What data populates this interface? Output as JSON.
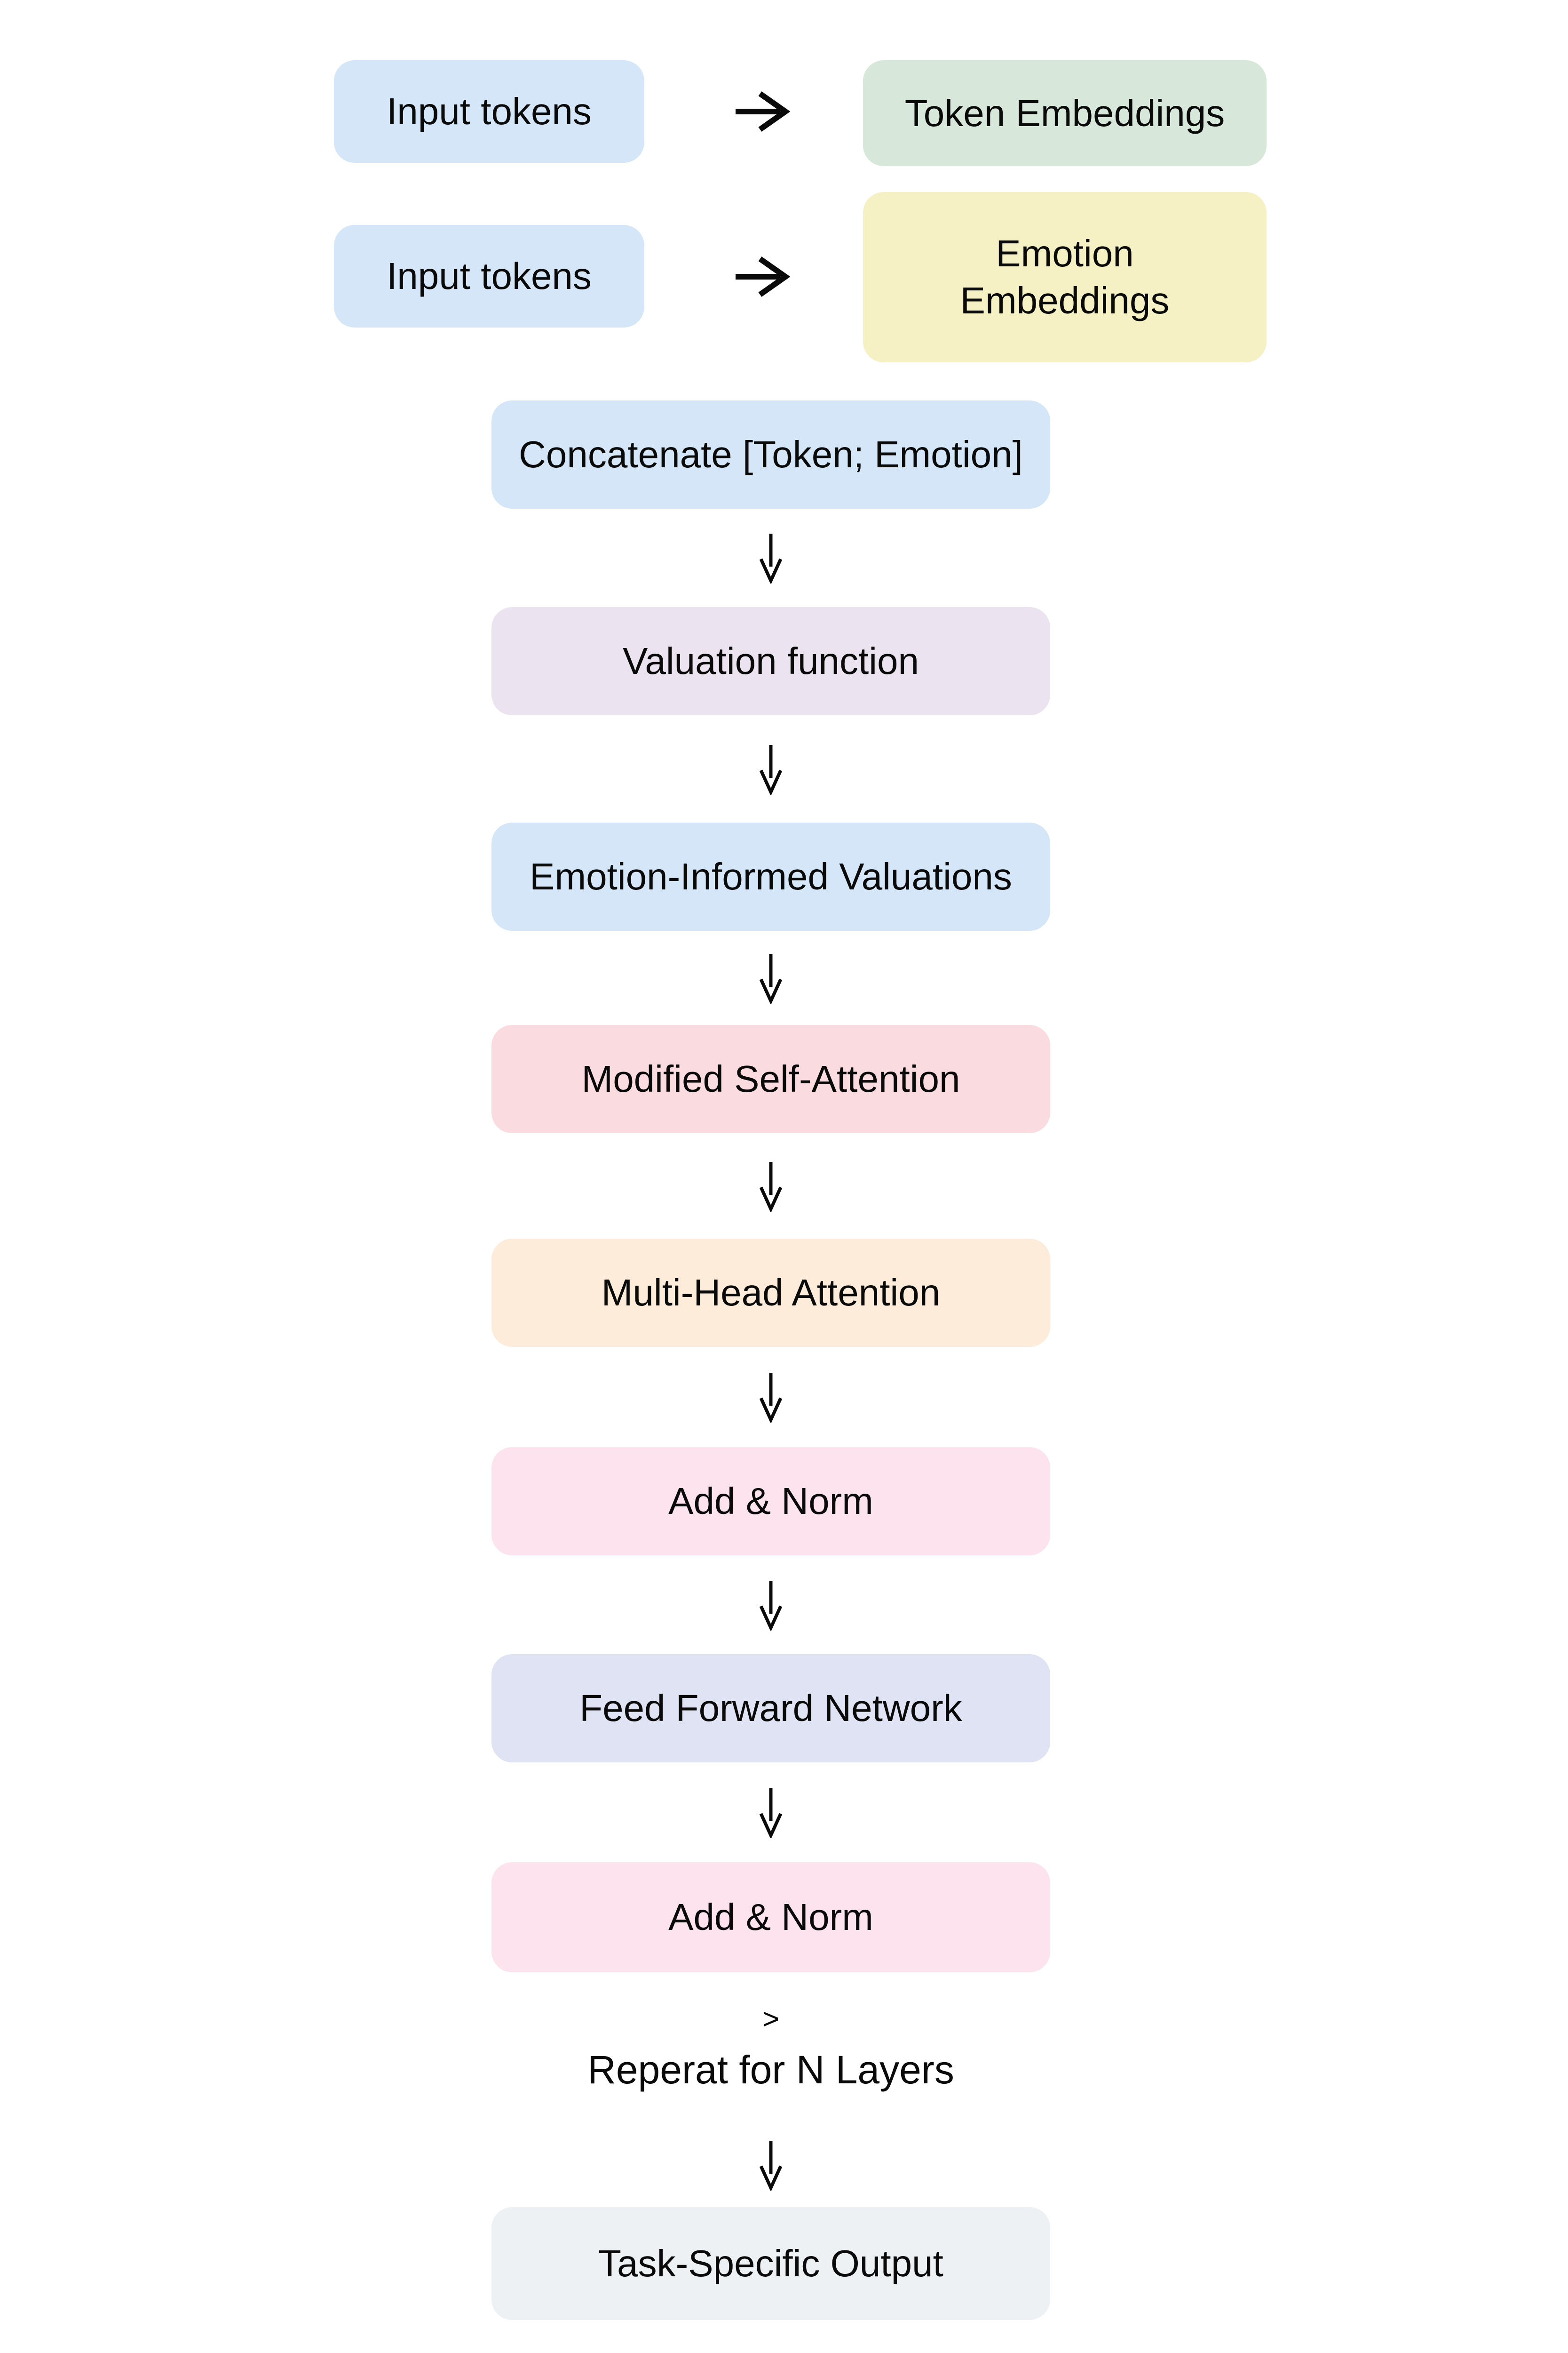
{
  "page": {
    "background": "#ffffff",
    "text_color": "#0a0a0a",
    "arrow_color": "#0a0a0a"
  },
  "embedding_rows": [
    {
      "source": {
        "label": "Input tokens",
        "color": "#d4e6f7"
      },
      "arrow_icon": "right-arrow",
      "target": {
        "label": "Token Embeddings",
        "color": "#d7e8da"
      }
    },
    {
      "source": {
        "label": "Input tokens",
        "color": "#d4e6f7"
      },
      "arrow_icon": "right-arrow",
      "target": {
        "label": "Emotion\nEmbeddings",
        "color": "#f5f1c4"
      }
    }
  ],
  "pipeline": {
    "nodes": [
      {
        "label": "Concatenate [Token; Emotion]",
        "color": "#d4e6f7"
      },
      {
        "label": "Valuation function",
        "color": "#ebe3ef"
      },
      {
        "label": "Emotion-Informed Valuations",
        "color": "#d4e6f7"
      },
      {
        "label": "Modified Self-Attention",
        "color": "#fadbe0"
      },
      {
        "label": "Multi-Head Attention",
        "color": "#fdecd9"
      },
      {
        "label": "Add & Norm",
        "color": "#fce3ee"
      },
      {
        "label": "Feed Forward Network",
        "color": "#dfe3f3"
      },
      {
        "label": "Add & Norm",
        "color": "#fce3ee"
      },
      {
        "label": "Task-Specific Output",
        "color": "#eef1f4"
      }
    ],
    "repeat_note": {
      "chevron": ">",
      "label": "Reperat for N Layers"
    }
  }
}
